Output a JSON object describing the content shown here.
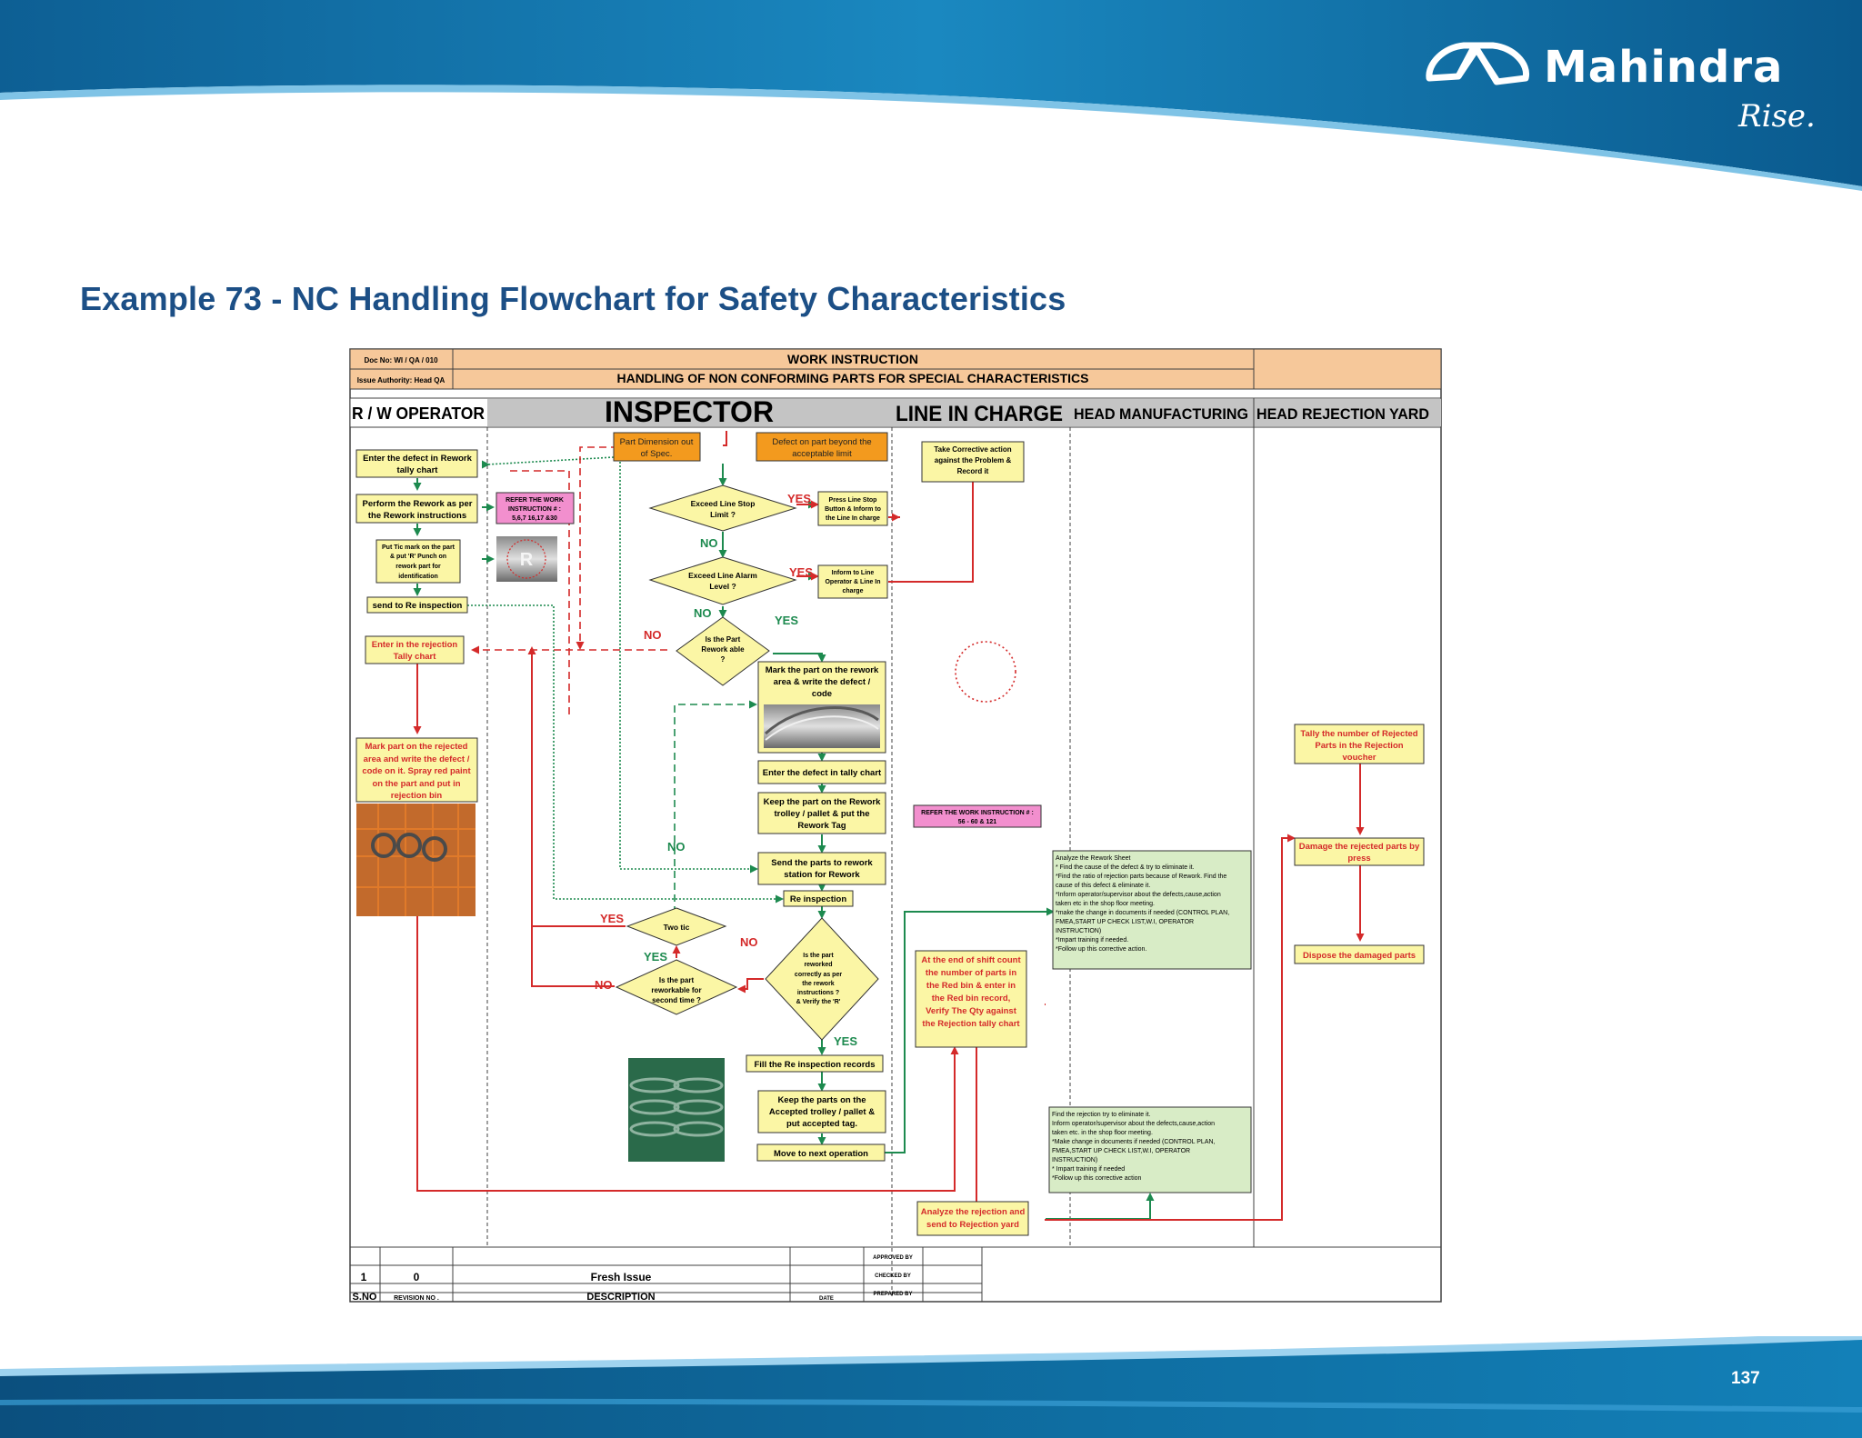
{
  "brand": {
    "name": "Mahindra",
    "tagline": "Rise."
  },
  "page": {
    "title": "Example 73 - NC Handling Flowchart for Safety Characteristics",
    "number": "137"
  },
  "sheet": {
    "doc_no": "Doc No: WI / QA / 010",
    "issue_authority": "Issue Authority: Head QA",
    "title": "WORK INSTRUCTION",
    "subtitle": "HANDLING  OF NON CONFORMING PARTS FOR SPECIAL CHARACTERISTICS"
  },
  "lanes": [
    "R / W OPERATOR",
    "INSPECTOR",
    "LINE IN CHARGE",
    "HEAD MANUFACTURING",
    "HEAD REJECTION YARD"
  ],
  "nodes": {
    "rw_enter_defect": [
      "Enter the defect  in Rework",
      "tally chart"
    ],
    "rw_perform": [
      "Perform the Rework as per",
      "the Rework instructions"
    ],
    "refer_wi_1": [
      "REFER THE WORK",
      "INSTRUCTION # :",
      "5,6,7 16,17 &30"
    ],
    "rw_tic_mark": [
      "Put Tic mark on the part",
      "& put 'R' Punch on",
      "rework part for",
      "identification"
    ],
    "rw_send_reinspection": [
      "send to Re inspection"
    ],
    "rw_enter_rejection": [
      "Enter in the rejection",
      "Tally chart"
    ],
    "rw_mark_rejected": [
      "Mark part on the rejected",
      "area and write the defect /",
      "code on it. Spray red paint",
      "on the part and put in",
      "rejection bin"
    ],
    "ins_part_dimension": [
      "Part Dimension out",
      "of Spec."
    ],
    "ins_defect_on_part": [
      "Defect on part beyond  the",
      "acceptable  limit"
    ],
    "ins_exceed_stop": [
      "Exceed Line Stop",
      "Limit ?"
    ],
    "ins_press_stop": [
      "Press Line  Stop",
      "Button  & Inform  to",
      "the Line In charge"
    ],
    "ins_exceed_alarm": [
      "Exceed Line Alarm",
      "Level ?"
    ],
    "ins_inform_operator": [
      "Inform  to Line",
      "Operator & Line  In",
      "charge"
    ],
    "ins_reworkable": [
      "Is the Part",
      "Rework able",
      "?"
    ],
    "ins_mark_rework_area": [
      "Mark the part on the rework",
      "area & write the defect /",
      "code"
    ],
    "ins_enter_tally": [
      "Enter the defect  in tally chart"
    ],
    "ins_keep_trolley": [
      "Keep the part on the Rework",
      "trolley / pallet & put the",
      "Rework Tag"
    ],
    "refer_wi_2": [
      "REFER THE WORK INSTRUCTION # :",
      "56 - 60 & 121"
    ],
    "ins_send_rework_station": [
      "Send the parts to rework",
      "station for Rework"
    ],
    "ins_reinspection": [
      "Re inspection"
    ],
    "ins_two_tic": [
      "Two tic"
    ],
    "ins_reworked_correctly": [
      "Is the part",
      "reworked",
      "correctly  as per",
      "the rework",
      "instructions  ?",
      "& Verify  the 'R'"
    ],
    "ins_reworkable_second": [
      "Is the part",
      "reworkable for",
      "second time ?"
    ],
    "ins_fill_records": [
      "Fill the Re inspection records"
    ],
    "ins_keep_accepted": [
      "Keep the parts on the",
      "Accepted trolley / pallet &",
      "put accepted tag."
    ],
    "ins_move_next": [
      "Move to next operation"
    ],
    "lic_corrective": [
      "Take Corrective action",
      "against the Problem &",
      "Record it"
    ],
    "lic_end_of_shift": [
      "At the end of shift count",
      "the number of parts in",
      "the Red bin & enter in",
      "the Red bin record,",
      "Verify The Qty against",
      "the Rejection tally chart"
    ],
    "lic_analyze_rejection": [
      "Analyze the rejection and",
      "send to Rejection yard"
    ],
    "hm_analyze_rework": [
      "Analyze  the Rework Sheet",
      "* Find  the cause of the defect & try  to eliminate  it.",
      "*Find  the ratio of rejection  parts because of Rework. Find  the",
      "cause of this defect & eliminate  it.",
      "*Inform operator/supervisor  about  the defects,cause,action",
      "taken etc in the shop floor meeting.",
      "*make the change in documents  if needed (CONTROL PLAN,",
      "FMEA,START UP CHECK LIST,W.I, OPERATOR",
      "INSTRUCTION)",
      "*Impart  training  if needed.",
      "*Follow up this corrective  action."
    ],
    "hm_find_rejection": [
      "Find the rejection  try  to eliminate  it.",
      "Inform operator/supervisor  about  the defects,cause,action",
      "taken etc. in the shop floor meeting.",
      "*Make change  in documents  if needed (CONTROL PLAN,",
      "FMEA,START UP CHECK LIST,W.I, OPERATOR",
      "INSTRUCTION)",
      "* Impart  training  if needed",
      "*Follow up this corrective  action"
    ],
    "hry_tally": [
      "Tally the number of Rejected",
      "Parts in the Rejection",
      "voucher"
    ],
    "hry_damage": [
      "Damage the rejected parts by",
      "press"
    ],
    "hry_dispose": [
      "Dispose the damaged parts"
    ]
  },
  "decisions": {
    "yes": "YES",
    "no": "NO"
  },
  "revision": {
    "sno_header": "S.NO",
    "rev_header": "REVISION NO .",
    "desc_header": "DESCRIPTION",
    "date_header": "DATE",
    "approved_by": "APPROVED BY",
    "checked_by": "CHECKED BY",
    "prepared_by": "PREPARED BY",
    "rows": [
      {
        "sno": "1",
        "rev": "0",
        "desc": "Fresh Issue"
      }
    ]
  },
  "colors": {
    "banner_blue": "#0f6fa3",
    "title_blue": "#1c4f86",
    "box_yellow": "#fbf6a5",
    "box_orange": "#f39a1e",
    "box_pink": "#f28fce",
    "box_green": "#d8ecc6",
    "header_peach": "#f6c89a",
    "lane_gray": "#bfbfbf",
    "arrow_green": "#1d8a4f",
    "arrow_red": "#d42a2a"
  }
}
